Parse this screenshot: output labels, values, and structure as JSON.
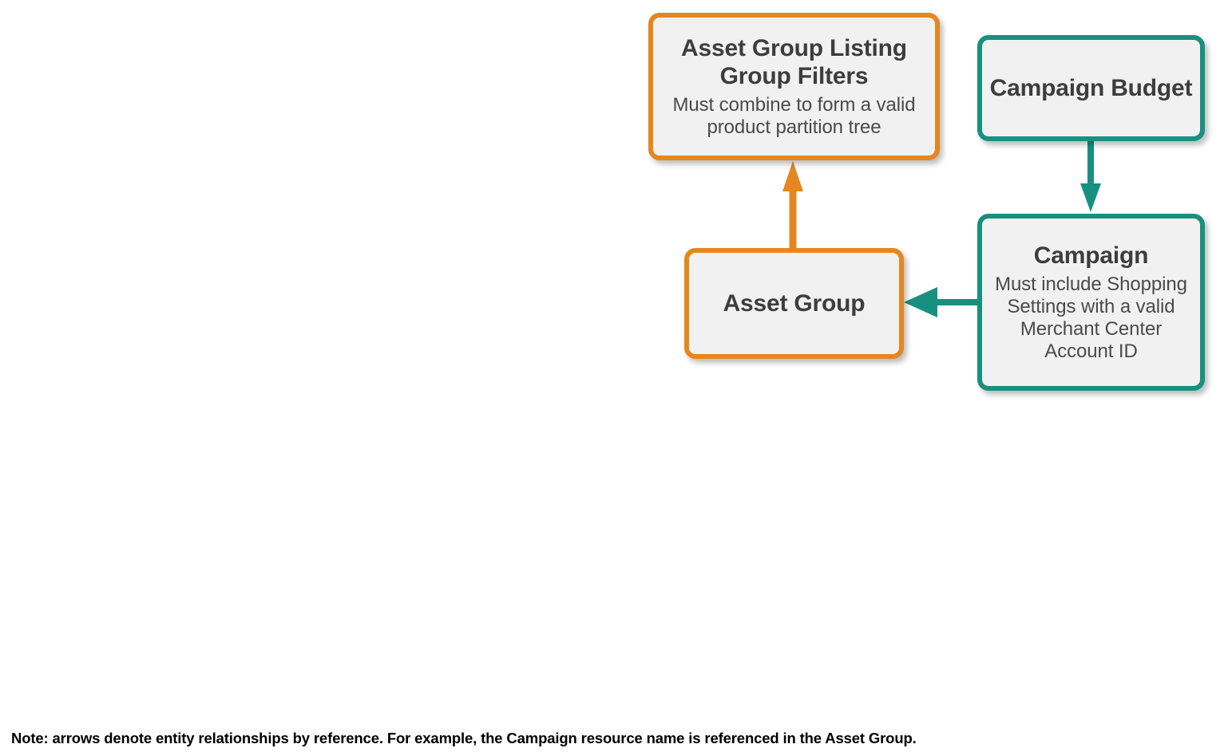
{
  "diagram": {
    "type": "entity-relationship",
    "background_color": "#ffffff",
    "palette": {
      "orange": "#E5871F",
      "teal": "#18907F",
      "node_fill": "#f1f1f1",
      "title_text": "#3d3d3d",
      "subtitle_text": "#4a4a4a",
      "note_text": "#000000"
    },
    "nodes": [
      {
        "id": "asset_group_listing_group_filters",
        "title": "Asset Group Listing Group Filters",
        "subtitle": "Must combine to form a valid product partition tree",
        "color": "orange"
      },
      {
        "id": "campaign_budget",
        "title": "Campaign Budget",
        "subtitle": "",
        "color": "teal"
      },
      {
        "id": "asset_group",
        "title": "Asset Group",
        "subtitle": "",
        "color": "orange"
      },
      {
        "id": "campaign",
        "title": "Campaign",
        "subtitle": "Must include Shopping Settings with a valid Merchant Center Account ID",
        "color": "teal"
      }
    ],
    "edges": [
      {
        "id": "asset-group-to-filters",
        "from": "asset_group",
        "to": "asset_group_listing_group_filters",
        "color": "orange",
        "direction": "up"
      },
      {
        "id": "campaign-budget-to-campaign",
        "from": "campaign_budget",
        "to": "campaign",
        "color": "teal",
        "direction": "down"
      },
      {
        "id": "campaign-to-asset-group",
        "from": "campaign",
        "to": "asset_group",
        "color": "teal",
        "direction": "left"
      }
    ],
    "note": "Note: arrows denote entity relationships by reference. For example, the Campaign resource name is referenced in the Asset Group."
  }
}
